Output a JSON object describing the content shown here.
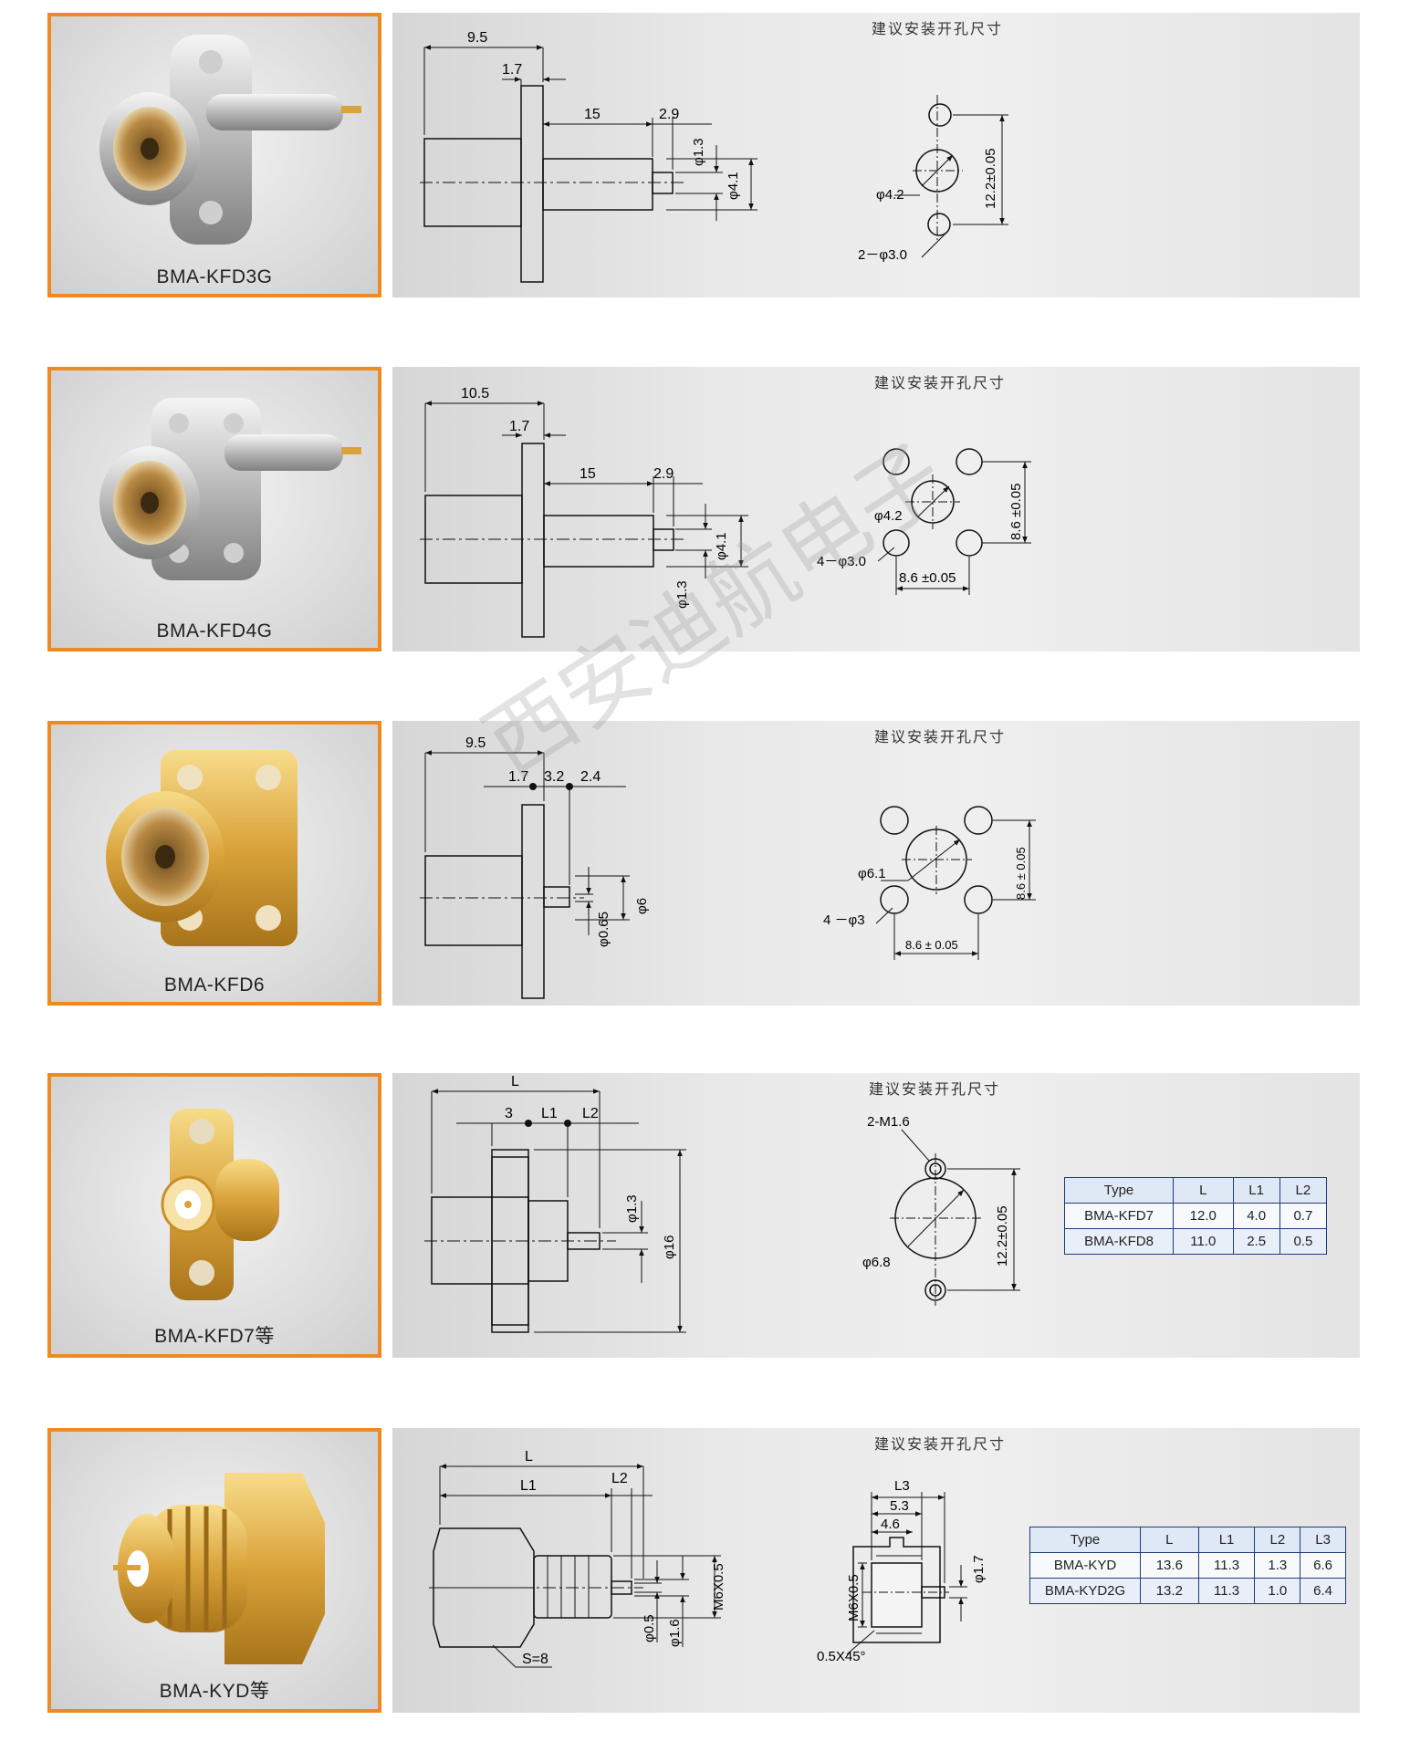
{
  "install_hint": "建议安装开孔尺寸",
  "watermark": "西安迪航电子",
  "products": [
    {
      "name": "BMA-KFD3G",
      "dims": {
        "a": "9.5",
        "b": "1.7",
        "c": "15",
        "d": "2.9",
        "e": "φ1.3",
        "f": "φ4.1"
      },
      "hole": {
        "a": "φ4.2",
        "b": "2－φ3.0",
        "c": "12.2±0.05"
      }
    },
    {
      "name": "BMA-KFD4G",
      "dims": {
        "a": "10.5",
        "b": "1.7",
        "c": "15",
        "d": "2.9",
        "e": "φ1.3",
        "f": "φ4.1"
      },
      "hole": {
        "a": "φ4.2",
        "b": "4－φ3.0",
        "c": "8.6 ±0.05",
        "d": "8.6 ±0.05"
      }
    },
    {
      "name": "BMA-KFD6",
      "dims": {
        "a": "9.5",
        "b": "1.7",
        "c": "3.2",
        "d": "2.4",
        "e": "φ0.65",
        "f": "φ6"
      },
      "hole": {
        "a": "φ6.1",
        "b": "4 －φ3",
        "c": "8.6 ± 0.05",
        "d": "8.6 ± 0.05"
      }
    },
    {
      "name": "BMA-KFD7等",
      "dims": {
        "a": "L",
        "b": "3",
        "c": "L1",
        "d": "L2",
        "e": "φ1.3",
        "f": "φ16"
      },
      "hole": {
        "a": "2-M1.6",
        "b": "φ6.8",
        "c": "12.2±0.05"
      },
      "table": {
        "headers": [
          "Type",
          "L",
          "L1",
          "L2"
        ],
        "rows": [
          [
            "BMA-KFD7",
            "12.0",
            "4.0",
            "0.7"
          ],
          [
            "BMA-KFD8",
            "11.0",
            "2.5",
            "0.5"
          ]
        ]
      }
    },
    {
      "name": "BMA-KYD等",
      "dims": {
        "a": "L",
        "b": "L1",
        "c": "L2",
        "d": "S=8",
        "e": "φ0.5",
        "f": "φ1.6",
        "g": "M6X0.5"
      },
      "hole": {
        "a": "L3",
        "b": "5.3",
        "c": "4.6",
        "d": "M6X0.5",
        "e": "0.5X45°",
        "f": "φ1.7"
      },
      "table": {
        "headers": [
          "Type",
          "L",
          "L1",
          "L2",
          "L3"
        ],
        "rows": [
          [
            "BMA-KYD",
            "13.6",
            "11.3",
            "1.3",
            "6.6"
          ],
          [
            "BMA-KYD2G",
            "13.2",
            "11.3",
            "1.0",
            "6.4"
          ]
        ]
      }
    }
  ],
  "colors": {
    "frame": "#ee8a1f",
    "table_border": "#1e3a7a",
    "table_head": "#dfe9f5"
  }
}
